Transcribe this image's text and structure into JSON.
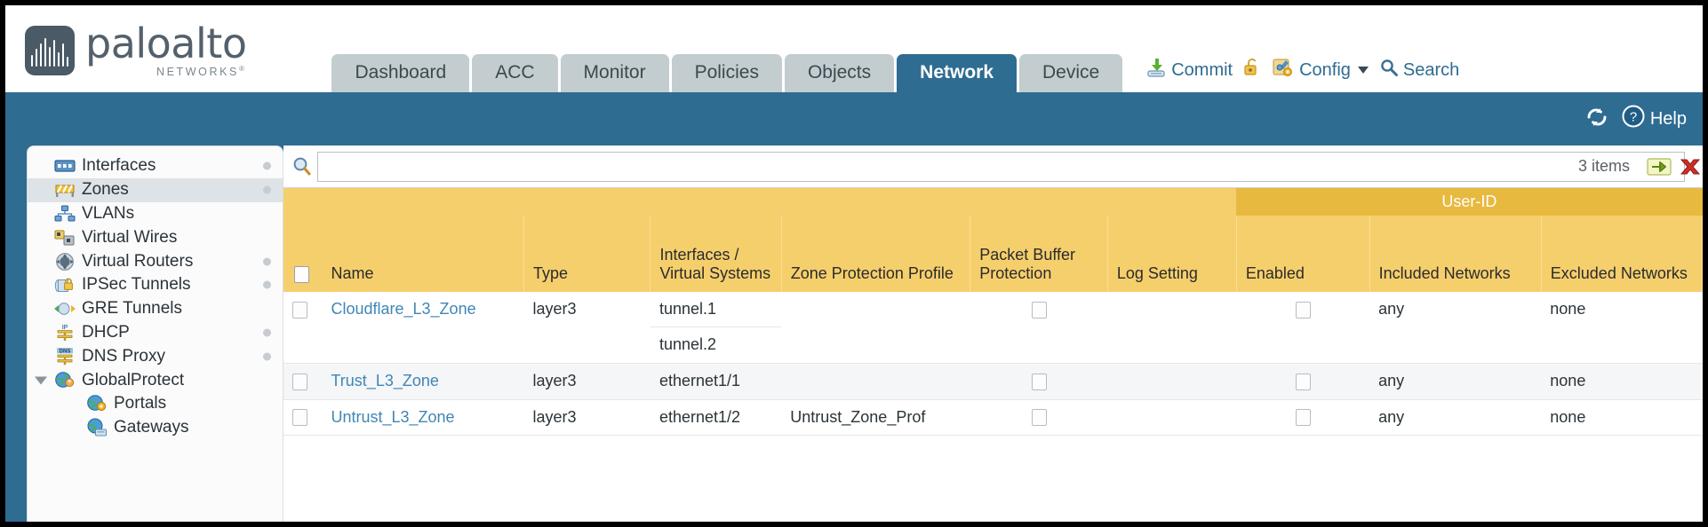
{
  "brand": {
    "name": "paloalto",
    "sub": "NETWORKS",
    "sub_mark": "®"
  },
  "nav": {
    "tabs": [
      {
        "label": "Dashboard",
        "active": false
      },
      {
        "label": "ACC",
        "active": false
      },
      {
        "label": "Monitor",
        "active": false
      },
      {
        "label": "Policies",
        "active": false
      },
      {
        "label": "Objects",
        "active": false
      },
      {
        "label": "Network",
        "active": true
      },
      {
        "label": "Device",
        "active": false
      }
    ]
  },
  "header_actions": {
    "commit": "Commit",
    "config": "Config",
    "search": "Search",
    "lock_icon": "unlock-icon",
    "commit_icon": "commit-save-icon",
    "config_icon": "config-wrench-icon",
    "search_icon": "magnifier-icon"
  },
  "bluebar": {
    "refresh_icon": "refresh-icon",
    "help_icon": "help-question-icon",
    "help_label": "Help"
  },
  "sidebar": {
    "items": [
      {
        "label": "Interfaces",
        "icon": "interfaces-icon",
        "selected": false,
        "dot": true,
        "child": false,
        "twisty": false
      },
      {
        "label": "Zones",
        "icon": "zones-icon",
        "selected": true,
        "dot": true,
        "child": false,
        "twisty": false
      },
      {
        "label": "VLANs",
        "icon": "vlans-icon",
        "selected": false,
        "dot": false,
        "child": false,
        "twisty": false
      },
      {
        "label": "Virtual Wires",
        "icon": "virtual-wires-icon",
        "selected": false,
        "dot": false,
        "child": false,
        "twisty": false
      },
      {
        "label": "Virtual Routers",
        "icon": "virtual-routers-icon",
        "selected": false,
        "dot": true,
        "child": false,
        "twisty": false
      },
      {
        "label": "IPSec Tunnels",
        "icon": "ipsec-tunnels-icon",
        "selected": false,
        "dot": true,
        "child": false,
        "twisty": false
      },
      {
        "label": "GRE Tunnels",
        "icon": "gre-tunnels-icon",
        "selected": false,
        "dot": false,
        "child": false,
        "twisty": false
      },
      {
        "label": "DHCP",
        "icon": "dhcp-icon",
        "selected": false,
        "dot": true,
        "child": false,
        "twisty": false
      },
      {
        "label": "DNS Proxy",
        "icon": "dns-proxy-icon",
        "selected": false,
        "dot": true,
        "child": false,
        "twisty": false
      },
      {
        "label": "GlobalProtect",
        "icon": "globalprotect-icon",
        "selected": false,
        "dot": false,
        "child": false,
        "twisty": true
      },
      {
        "label": "Portals",
        "icon": "portals-icon",
        "selected": false,
        "dot": false,
        "child": true,
        "twisty": false
      },
      {
        "label": "Gateways",
        "icon": "gateways-icon",
        "selected": false,
        "dot": false,
        "child": true,
        "twisty": false
      }
    ]
  },
  "search": {
    "value": "",
    "placeholder": "",
    "items_count": "3 items",
    "apply_icon": "apply-filter-arrow-icon",
    "clear_icon": "clear-filter-x-icon",
    "filter_icon": "search-filter-icon"
  },
  "table": {
    "group_header": {
      "label": "User-ID",
      "span": 3
    },
    "columns": [
      {
        "key": "checkbox",
        "label": ""
      },
      {
        "key": "name",
        "label": "Name"
      },
      {
        "key": "type",
        "label": "Type"
      },
      {
        "key": "interfaces",
        "label": "Interfaces / Virtual Systems"
      },
      {
        "key": "zone_protection",
        "label": "Zone Protection Profile"
      },
      {
        "key": "packet_buffer",
        "label": "Packet Buffer Protection"
      },
      {
        "key": "log_setting",
        "label": "Log Setting"
      },
      {
        "key": "uid_enabled",
        "label": "Enabled"
      },
      {
        "key": "uid_included",
        "label": "Included Networks"
      },
      {
        "key": "uid_excluded",
        "label": "Excluded Networks"
      }
    ],
    "rows": [
      {
        "selected": false,
        "name": "Cloudflare_L3_Zone",
        "type": "layer3",
        "interfaces": [
          "tunnel.1",
          "tunnel.2"
        ],
        "zone_protection": "",
        "packet_buffer_checked": false,
        "log_setting": "",
        "uid_enabled_checked": false,
        "uid_included": "any",
        "uid_excluded": "none"
      },
      {
        "selected": false,
        "name": "Trust_L3_Zone",
        "type": "layer3",
        "interfaces": [
          "ethernet1/1"
        ],
        "zone_protection": "",
        "packet_buffer_checked": false,
        "log_setting": "",
        "uid_enabled_checked": false,
        "uid_included": "any",
        "uid_excluded": "none"
      },
      {
        "selected": false,
        "name": "Untrust_L3_Zone",
        "type": "layer3",
        "interfaces": [
          "ethernet1/2"
        ],
        "zone_protection": "Untrust_Zone_Prof",
        "packet_buffer_checked": false,
        "log_setting": "",
        "uid_enabled_checked": false,
        "uid_included": "any",
        "uid_excluded": "none"
      }
    ]
  },
  "colors": {
    "brand_blue": "#2e6c92",
    "tab_inactive": "#c3cdd0",
    "header_yellow": "#f6cf6d",
    "group_yellow": "#e8b93f",
    "link_blue": "#3f86b5"
  }
}
